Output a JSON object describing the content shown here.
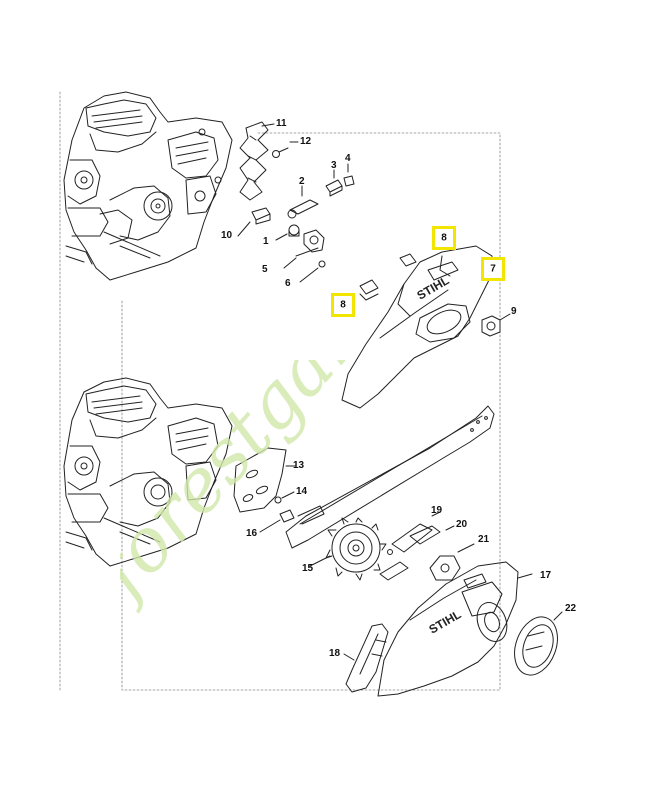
{
  "colors": {
    "line": "#222222",
    "highlight": "#f2e600",
    "watermark_orange": "#f5cda2",
    "watermark_green": "#cfe7a9",
    "dash": "#8a8a8a"
  },
  "watermark": {
    "text": "forestgardin.com"
  },
  "brand": {
    "top_cover": "STIHL",
    "bottom_cover": "STIHL"
  },
  "callouts": {
    "p1": "1",
    "p2": "2",
    "p3": "3",
    "p4": "4",
    "p5": "5",
    "p6": "6",
    "p7": "7",
    "p8a": "8",
    "p8b": "8",
    "p9": "9",
    "p10": "10",
    "p11": "11",
    "p12": "12",
    "p13": "13",
    "p14": "14",
    "p15": "15",
    "p16": "16",
    "p17": "17",
    "p18": "18",
    "p19": "19",
    "p20": "20",
    "p21": "21",
    "p22": "22"
  }
}
